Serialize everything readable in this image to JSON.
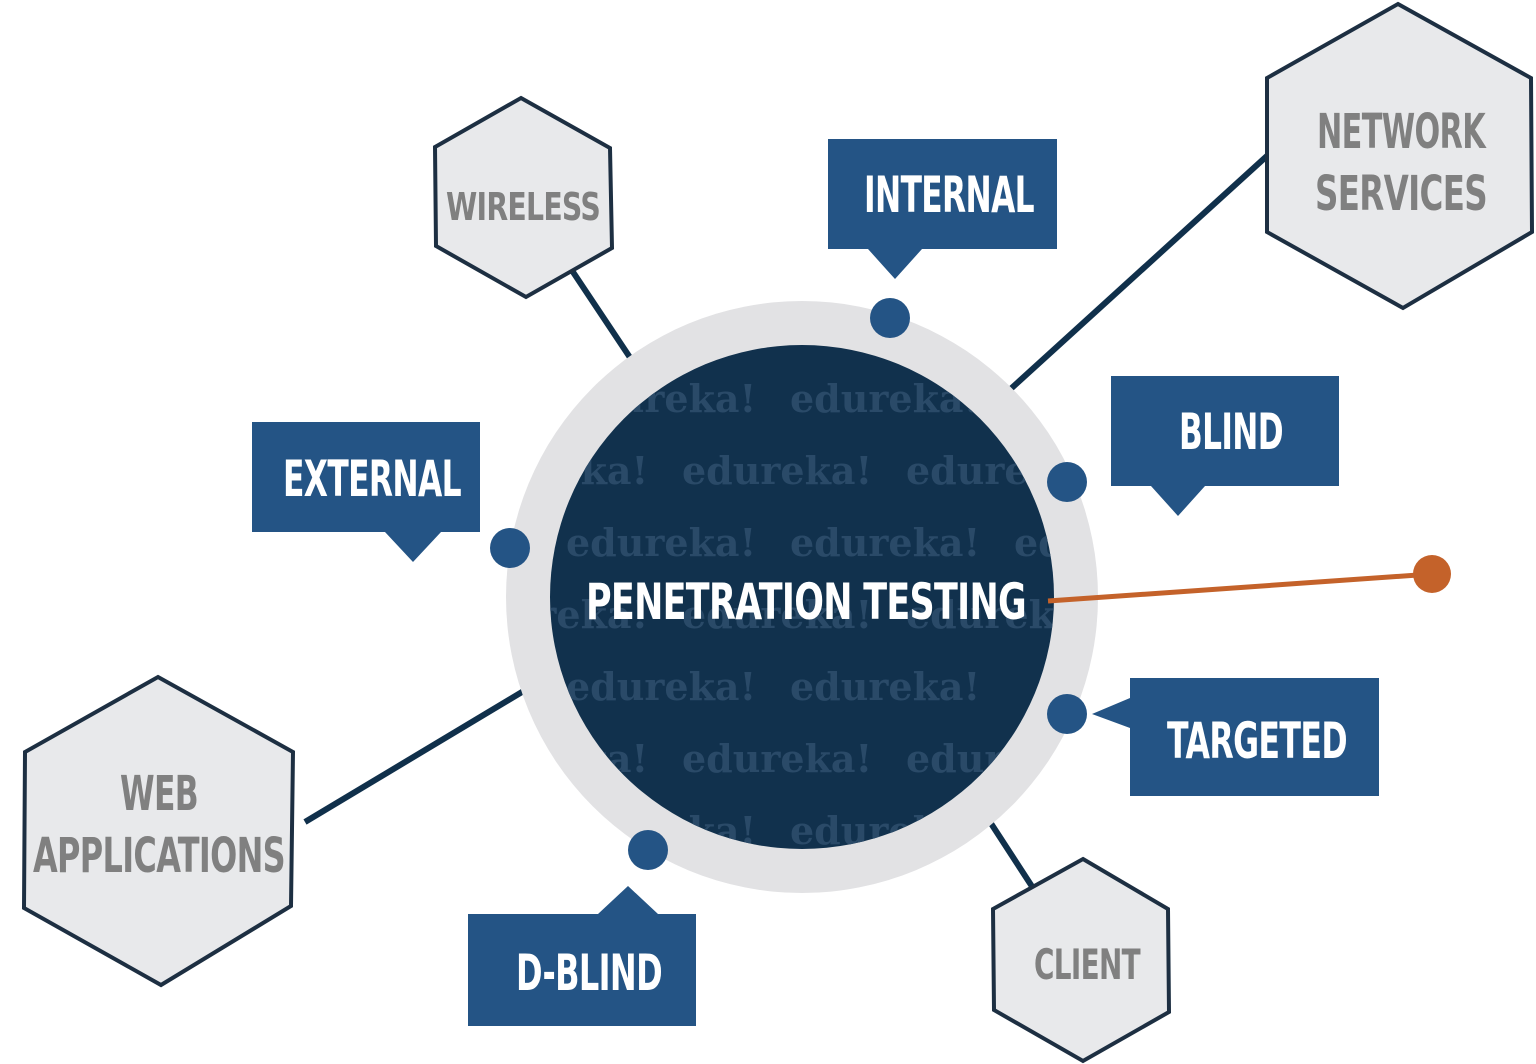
{
  "center": {
    "title": "PENETRATION TESTING",
    "watermark": "edureka!"
  },
  "hexagons": {
    "wireless": {
      "line1": "WIRELESS"
    },
    "network": {
      "line1": "NETWORK",
      "line2": "SERVICES"
    },
    "web": {
      "line1": "WEB",
      "line2": "APPLICATIONS"
    },
    "client": {
      "line1": "CLIENT"
    }
  },
  "boxes": {
    "internal": {
      "label": "INTERNAL"
    },
    "blind": {
      "label": "BLIND"
    },
    "external": {
      "label": "EXTERNAL"
    },
    "targeted": {
      "label": "TARGETED"
    },
    "dblind": {
      "label": "D-BLIND"
    }
  },
  "colors": {
    "box_blue": "#245485",
    "center_navy": "#11314d",
    "ring_gray": "#e2e2e4",
    "hex_fill": "#e8e9eb",
    "hex_stroke": "#1d2f42",
    "line_navy": "#10304b",
    "dot_blue": "#245485",
    "accent_orange": "#c4622a"
  }
}
